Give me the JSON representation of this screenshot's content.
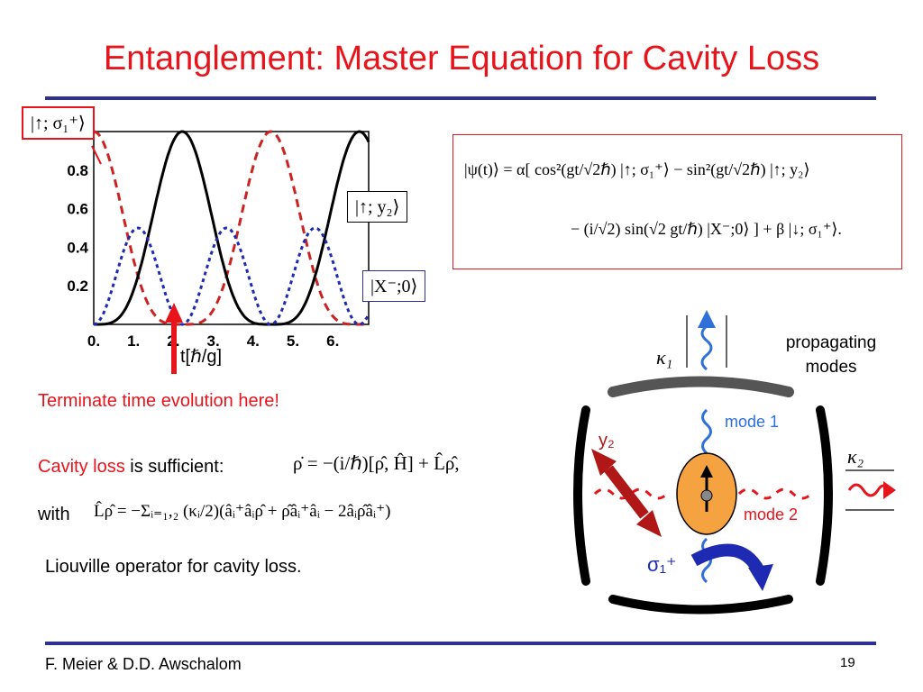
{
  "title": "Entanglement: Master Equation for Cavity Loss",
  "plot": {
    "y_ticks": [
      "0.8",
      "0.6",
      "0.4",
      "0.2"
    ],
    "x_ticks": [
      "0.",
      "1.",
      "2.",
      "3.",
      "4.",
      "5.",
      "6."
    ],
    "x_axis_label": "t[ℏ/g]"
  },
  "kets": {
    "up_sigma": "|↑; σ₁⁺⟩",
    "up_y": "|↑; y₂⟩",
    "x_minus": "|X⁻;0⟩"
  },
  "state_equation": {
    "line1": "|ψ(t)⟩ = α[ cos²(gt/√2ℏ) |↑; σ₁⁺⟩ − sin²(gt/√2ℏ) |↑; y₂⟩",
    "line2": "− (i/√2) sin(√2 gt/ℏ) |X⁻;0⟩ ] + β |↓; σ₁⁺⟩."
  },
  "annotation": "Terminate time evolution here!",
  "cavity_loss": {
    "highlight": "Cavity loss",
    "rest": " is sufficient:",
    "master_eq": "ρ̇ = −(i/ℏ)[ρ̂, Ĥ] + L̂ρ̂,",
    "with": "with",
    "liouville_eq": "L̂ρ̂ = −Σᵢ₌₁,₂ (κᵢ/2)(âᵢ⁺âᵢρ̂ + ρ̂âᵢ⁺âᵢ − 2âᵢρ̂âᵢ⁺)",
    "caption": "Liouville operator for cavity loss."
  },
  "diagram": {
    "propagating_line1": "propagating",
    "propagating_line2": "modes",
    "kappa1": "κ₁",
    "kappa2": "κ₂",
    "mode1": "mode 1",
    "mode2": "mode 2",
    "y2": "y₂",
    "sigma1": "σ₁⁺"
  },
  "footer": {
    "authors": "F. Meier & D.D. Awschalom",
    "page": "19"
  },
  "colors": {
    "title": "#e8141b",
    "rule": "#2e3192",
    "red_curve": "#cc2222",
    "blue_curve": "#1f2ab3",
    "black_curve": "#000000",
    "mode1": "#2e6fd8",
    "mode2": "#e8141b",
    "dot": "#f4a340"
  }
}
